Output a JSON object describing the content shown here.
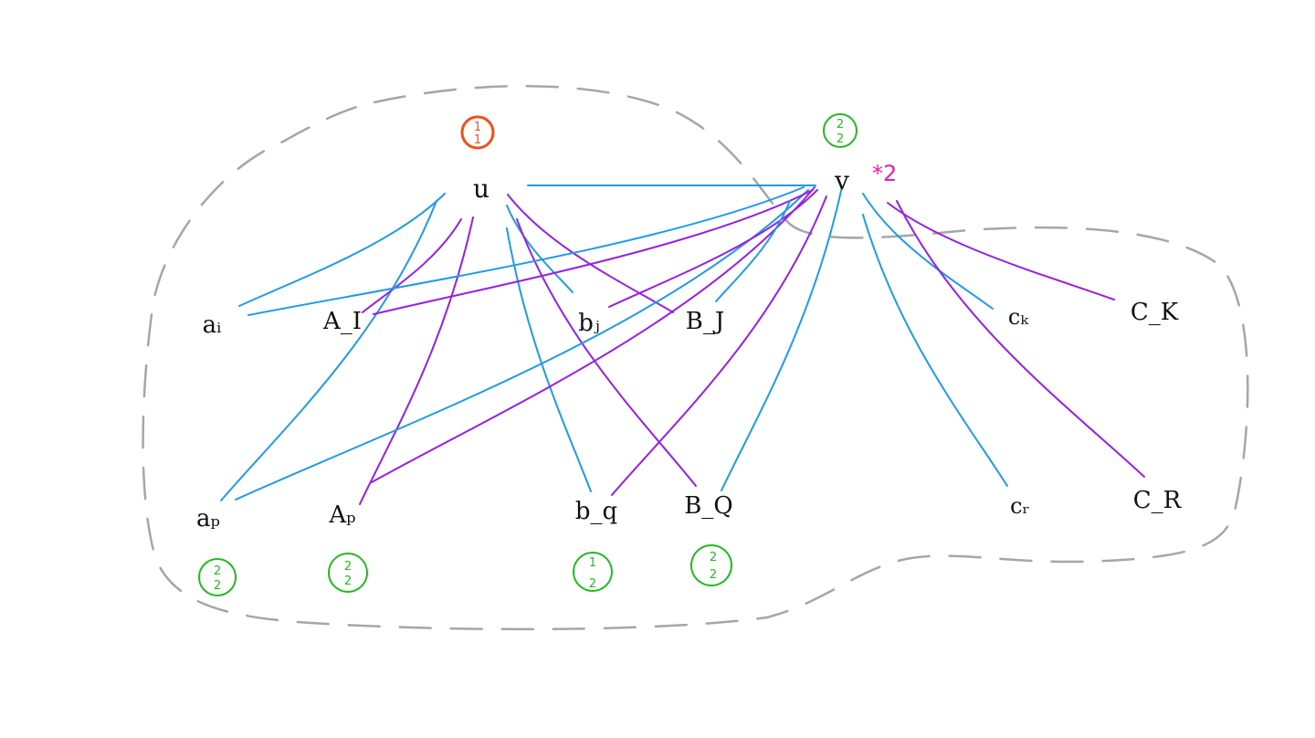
{
  "colors": {
    "blue": "#1e9be9",
    "purple": "#9a1ee6",
    "green": "#22bb22",
    "orange": "#f0501e",
    "magenta": "#ef1ea6",
    "region": "#a6a6a6"
  },
  "nodes": {
    "u": "u",
    "v": "v",
    "a_i": "aᵢ",
    "A_I": "A_I",
    "b_j": "bⱼ",
    "B_J": "B_J",
    "c_k": "cₖ",
    "C_K": "C_K",
    "a_p": "aₚ",
    "A_P": "Aₚ",
    "b_q": "b_q",
    "B_Q": "B_Q",
    "c_r": "cᵣ",
    "C_R": "C_R"
  },
  "marks": {
    "v_star": "*2"
  },
  "badges": {
    "u": {
      "top": "1",
      "bottom": "1",
      "color": "orange"
    },
    "v": {
      "top": "2",
      "bottom": "2",
      "color": "green"
    },
    "a_p": {
      "top": "2",
      "bottom": "2",
      "color": "green"
    },
    "A_P": {
      "top": "2",
      "bottom": "2",
      "color": "green"
    },
    "b_q": {
      "top": "1",
      "bottom": "2",
      "color": "green"
    },
    "B_Q": {
      "top": "2",
      "bottom": "2",
      "color": "green"
    }
  },
  "edges": [
    {
      "from": "u",
      "to": "v",
      "color": "blue"
    },
    {
      "from": "u",
      "to": "a_i",
      "color": "blue"
    },
    {
      "from": "u",
      "to": "a_p",
      "color": "blue"
    },
    {
      "from": "u",
      "to": "A_I",
      "color": "purple"
    },
    {
      "from": "u",
      "to": "A_P",
      "color": "purple"
    },
    {
      "from": "u",
      "to": "b_j",
      "color": "blue"
    },
    {
      "from": "u",
      "to": "B_J",
      "color": "purple"
    },
    {
      "from": "u",
      "to": "b_q",
      "color": "blue"
    },
    {
      "from": "u",
      "to": "B_Q",
      "color": "purple"
    },
    {
      "from": "v",
      "to": "a_i",
      "color": "blue"
    },
    {
      "from": "v",
      "to": "a_p",
      "color": "blue"
    },
    {
      "from": "v",
      "to": "A_I",
      "color": "purple"
    },
    {
      "from": "v",
      "to": "A_P",
      "color": "purple"
    },
    {
      "from": "v",
      "to": "b_j",
      "color": "purple"
    },
    {
      "from": "v",
      "to": "B_J",
      "color": "blue"
    },
    {
      "from": "v",
      "to": "b_q",
      "color": "purple"
    },
    {
      "from": "v",
      "to": "B_Q",
      "color": "blue"
    },
    {
      "from": "v",
      "to": "c_k",
      "color": "blue"
    },
    {
      "from": "v",
      "to": "C_K",
      "color": "purple"
    },
    {
      "from": "v",
      "to": "c_r",
      "color": "blue"
    },
    {
      "from": "v",
      "to": "C_R",
      "color": "purple"
    }
  ]
}
